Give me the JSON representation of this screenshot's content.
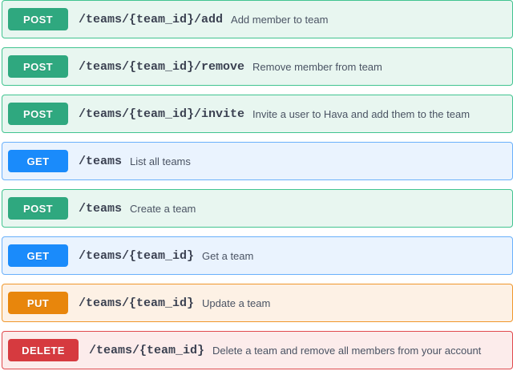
{
  "page": {
    "title": "API operations list",
    "colors": {
      "post_badge": "#2fa87f",
      "get_badge": "#1a8bfb",
      "put_badge": "#e8860c",
      "delete_badge": "#d63a3f",
      "post_row_bg": "#e8f6f0",
      "get_row_bg": "#eaf3fe",
      "put_row_bg": "#fdf1e5",
      "delete_row_bg": "#fceceb",
      "path_text": "#3b4151",
      "description_text": "#4a5363"
    }
  },
  "operations": [
    {
      "method": "POST",
      "path": "/teams/{team_id}/add",
      "description": "Add member to team"
    },
    {
      "method": "POST",
      "path": "/teams/{team_id}/remove",
      "description": "Remove member from team"
    },
    {
      "method": "POST",
      "path": "/teams/{team_id}/invite",
      "description": "Invite a user to Hava and add them to the team"
    },
    {
      "method": "GET",
      "path": "/teams",
      "description": "List all teams"
    },
    {
      "method": "POST",
      "path": "/teams",
      "description": "Create a team"
    },
    {
      "method": "GET",
      "path": "/teams/{team_id}",
      "description": "Get a team"
    },
    {
      "method": "PUT",
      "path": "/teams/{team_id}",
      "description": "Update a team"
    },
    {
      "method": "DELETE",
      "path": "/teams/{team_id}",
      "description": "Delete a team and remove all members from your account"
    }
  ]
}
